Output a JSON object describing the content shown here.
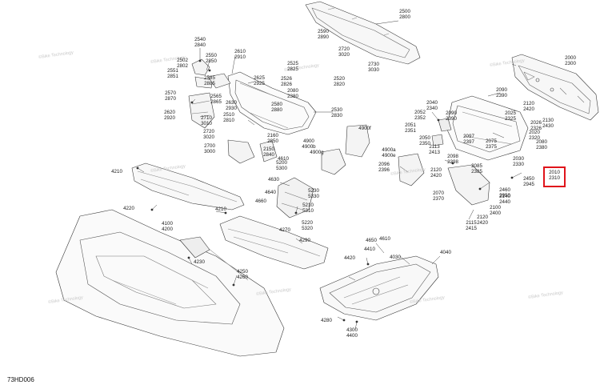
{
  "diagram": {
    "code": "73HD006",
    "highlighted_part": "2010 / 2310",
    "watermark": "©Bike Technology"
  },
  "callouts": [
    {
      "id": "c01",
      "text": "2500\n2800"
    },
    {
      "id": "c02",
      "text": "2590\n2890"
    },
    {
      "id": "c03",
      "text": "2540\n2840"
    },
    {
      "id": "c04",
      "text": "2550\n2850"
    },
    {
      "id": "c05",
      "text": "2502\n2802"
    },
    {
      "id": "c06",
      "text": "2551\n2851"
    },
    {
      "id": "c07",
      "text": "2610\n2910"
    },
    {
      "id": "c08",
      "text": "2720\n3020"
    },
    {
      "id": "c09",
      "text": "2730\n3030"
    },
    {
      "id": "c10",
      "text": "2525\n2825"
    },
    {
      "id": "c11",
      "text": "2526\n2826"
    },
    {
      "id": "c12",
      "text": "2520\n2820"
    },
    {
      "id": "c13",
      "text": "2625\n2925"
    },
    {
      "id": "c14",
      "text": "2585\n2885"
    },
    {
      "id": "c15",
      "text": "2080\n2380"
    },
    {
      "id": "c16",
      "text": "2570\n2870"
    },
    {
      "id": "c17",
      "text": "2565\n2865"
    },
    {
      "id": "c18",
      "text": "2630\n2930"
    },
    {
      "id": "c19",
      "text": "2580\n2880"
    },
    {
      "id": "c20",
      "text": "2530\n2830"
    },
    {
      "id": "c21",
      "text": "2620\n2920"
    },
    {
      "id": "c22",
      "text": "2510\n2810"
    },
    {
      "id": "c23",
      "text": "2710\n3010"
    },
    {
      "id": "c24",
      "text": "2720\n3020"
    },
    {
      "id": "c25",
      "text": "2160\n2850"
    },
    {
      "id": "c26",
      "text": "2700\n3000"
    },
    {
      "id": "c27",
      "text": "2150\n2840"
    },
    {
      "id": "c28",
      "text": "4900\n4900b"
    },
    {
      "id": "c29",
      "text": "4900f"
    },
    {
      "id": "c30",
      "text": "4610"
    },
    {
      "id": "c31",
      "text": "4900g"
    },
    {
      "id": "c32",
      "text": "4900a\n4900e"
    },
    {
      "id": "c33",
      "text": "2000\n2300"
    },
    {
      "id": "c34",
      "text": "2090\n2390"
    },
    {
      "id": "c35",
      "text": "2120\n2420"
    },
    {
      "id": "c36",
      "text": "2040\n2340"
    },
    {
      "id": "c37",
      "text": "2052\n2352"
    },
    {
      "id": "c38",
      "text": "2090\n2390"
    },
    {
      "id": "c39",
      "text": "2025\n2325"
    },
    {
      "id": "c40",
      "text": "2130\n2430"
    },
    {
      "id": "c41",
      "text": "2026\n2326"
    },
    {
      "id": "c42",
      "text": "2051\n2351"
    },
    {
      "id": "c43",
      "text": "2020\n2320"
    },
    {
      "id": "c44",
      "text": "2050\n2350"
    },
    {
      "id": "c45",
      "text": "2097\n2397"
    },
    {
      "id": "c46",
      "text": "2075\n2375"
    },
    {
      "id": "c47",
      "text": "2113\n2413"
    },
    {
      "id": "c48",
      "text": "2080\n2380"
    },
    {
      "id": "c49",
      "text": "2030\n2330"
    },
    {
      "id": "c50",
      "text": "2098\n2398"
    },
    {
      "id": "c51",
      "text": "2085\n2385"
    },
    {
      "id": "c52",
      "text": "2096\n2396"
    },
    {
      "id": "c53",
      "text": "2120\n2420"
    },
    {
      "id": "c54",
      "text": "2010\n2310"
    },
    {
      "id": "c55",
      "text": "2460\n2950"
    },
    {
      "id": "c56",
      "text": "2450\n2945"
    },
    {
      "id": "c57",
      "text": "2070\n2370"
    },
    {
      "id": "c58",
      "text": "2140\n2440"
    },
    {
      "id": "c59",
      "text": "2100\n2400"
    },
    {
      "id": "c60",
      "text": "2120\n2420"
    },
    {
      "id": "c61",
      "text": "2115\n2415"
    },
    {
      "id": "c62",
      "text": "4210"
    },
    {
      "id": "c63",
      "text": "5200\n5300"
    },
    {
      "id": "c64",
      "text": "4630"
    },
    {
      "id": "c65",
      "text": "5230\n5330"
    },
    {
      "id": "c66",
      "text": "4640"
    },
    {
      "id": "c67",
      "text": "4220"
    },
    {
      "id": "c68",
      "text": "4660"
    },
    {
      "id": "c69",
      "text": "4210"
    },
    {
      "id": "c70",
      "text": "5210\n5310"
    },
    {
      "id": "c71",
      "text": "5220\n5320"
    },
    {
      "id": "c72",
      "text": "4100\n4200"
    },
    {
      "id": "c73",
      "text": "4270"
    },
    {
      "id": "c74",
      "text": "4290"
    },
    {
      "id": "c75",
      "text": "4650"
    },
    {
      "id": "c76",
      "text": "4610"
    },
    {
      "id": "c77",
      "text": "4410"
    },
    {
      "id": "c78",
      "text": "4030"
    },
    {
      "id": "c79",
      "text": "4040"
    },
    {
      "id": "c80",
      "text": "4230"
    },
    {
      "id": "c81",
      "text": "4420"
    },
    {
      "id": "c82",
      "text": "4250\n4260"
    },
    {
      "id": "c83",
      "text": "4280"
    },
    {
      "id": "c84",
      "text": "4300\n4400"
    }
  ]
}
